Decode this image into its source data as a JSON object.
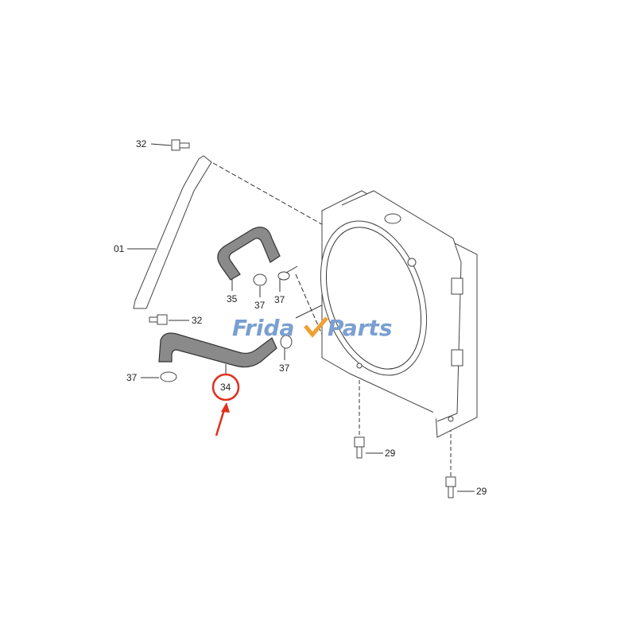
{
  "diagram": {
    "callouts": [
      {
        "id": "bolt-top",
        "text": "32"
      },
      {
        "id": "stay",
        "text": "01"
      },
      {
        "id": "bolt-lower",
        "text": "32"
      },
      {
        "id": "hose-upper",
        "text": "35"
      },
      {
        "id": "clamp-a",
        "text": "37"
      },
      {
        "id": "clamp-b",
        "text": "37"
      },
      {
        "id": "clamp-c",
        "text": "37"
      },
      {
        "id": "clamp-d",
        "text": "37"
      },
      {
        "id": "hose-lower",
        "text": "34"
      },
      {
        "id": "bolt-shroud-1",
        "text": "29"
      },
      {
        "id": "bolt-shroud-2",
        "text": "29"
      }
    ],
    "highlighted_part": "34",
    "highlight_color": "#e0301e",
    "watermark": {
      "text_left": "Frida",
      "text_right": "Parts",
      "color": "#7a9fd1",
      "accent": "#f0a030"
    }
  }
}
